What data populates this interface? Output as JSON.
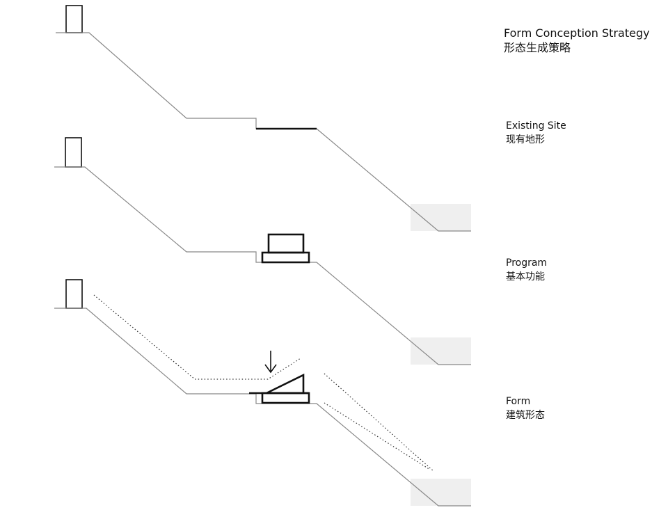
{
  "title": {
    "en": "Form Conception Strategy",
    "zh": "形态生成策略"
  },
  "stages": [
    {
      "en": "Existing Site",
      "zh": "现有地形"
    },
    {
      "en": "Program",
      "zh": "基本功能"
    },
    {
      "en": "Form",
      "zh": "建筑形态"
    }
  ],
  "colors": {
    "line": "#888888",
    "ink": "#111111",
    "water": "#efefef"
  }
}
